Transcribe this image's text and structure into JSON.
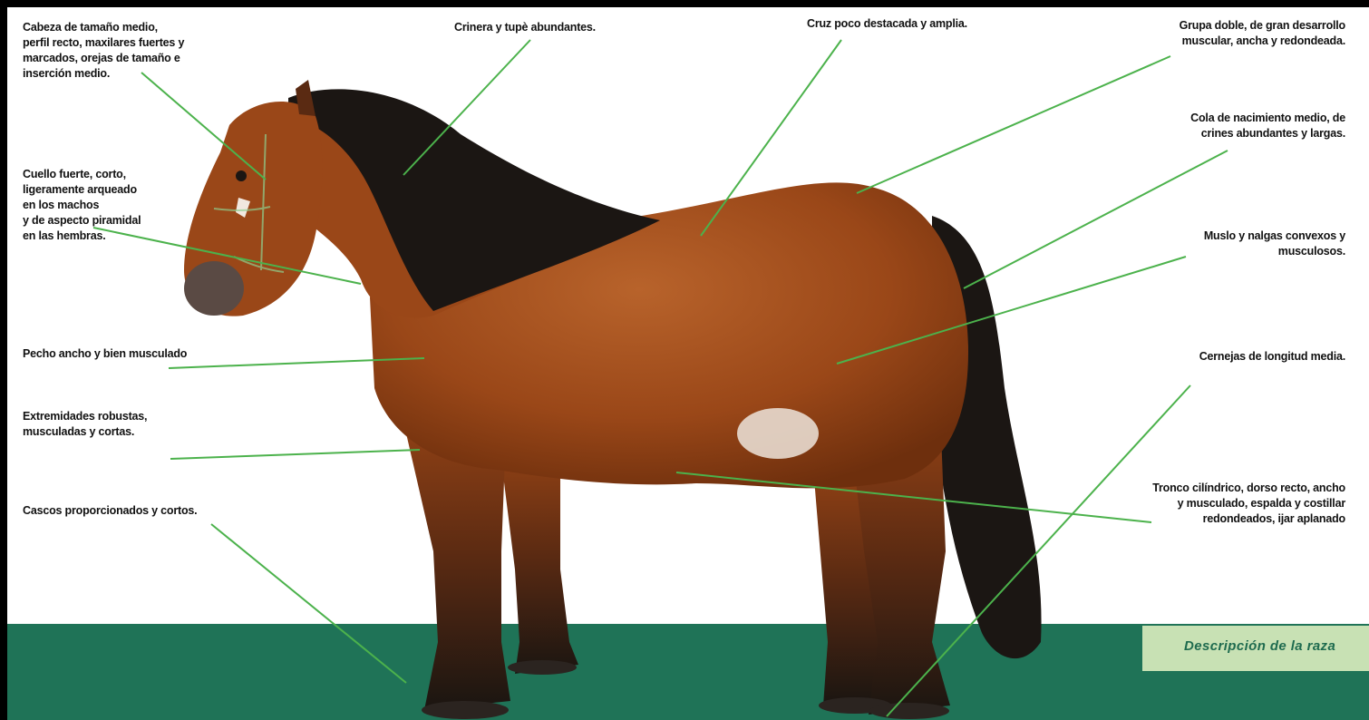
{
  "colors": {
    "ground": "#1f7357",
    "banner": "#c8e1b4",
    "leader_line": "#4cb24c",
    "coat": "#9a4718",
    "mane": "#1b1613"
  },
  "banner": {
    "text": "Descripción de la raza"
  },
  "labels": {
    "cabeza": "Cabeza de tamaño medio,\nperfil recto, maxilares fuertes y\nmarcados, orejas de tamaño e\ninserción medio.",
    "cuello": "Cuello fuerte, corto,\nligeramente arqueado\nen los machos\ny de aspecto piramidal\nen las hembras.",
    "pecho": "Pecho ancho y bien musculado",
    "extremidades": "Extremidades robustas,\nmusculadas y cortas.",
    "cascos": "Cascos proporcionados y cortos.",
    "crinera": "Crinera y tupè abundantes.",
    "cruz": "Cruz poco destacada y amplia.",
    "grupa": "Grupa doble, de gran desarrollo\nmuscular, ancha y redondeada.",
    "cola": "Cola de nacimiento medio, de\ncrines abundantes y largas.",
    "muslo": "Muslo y nalgas convexos y\nmusculosos.",
    "cernejas": "Cernejas de longitud media.",
    "tronco": "Tronco cilíndrico, dorso recto, ancho\ny musculado, espalda y costillar\nredondeados, ijar aplanado"
  }
}
